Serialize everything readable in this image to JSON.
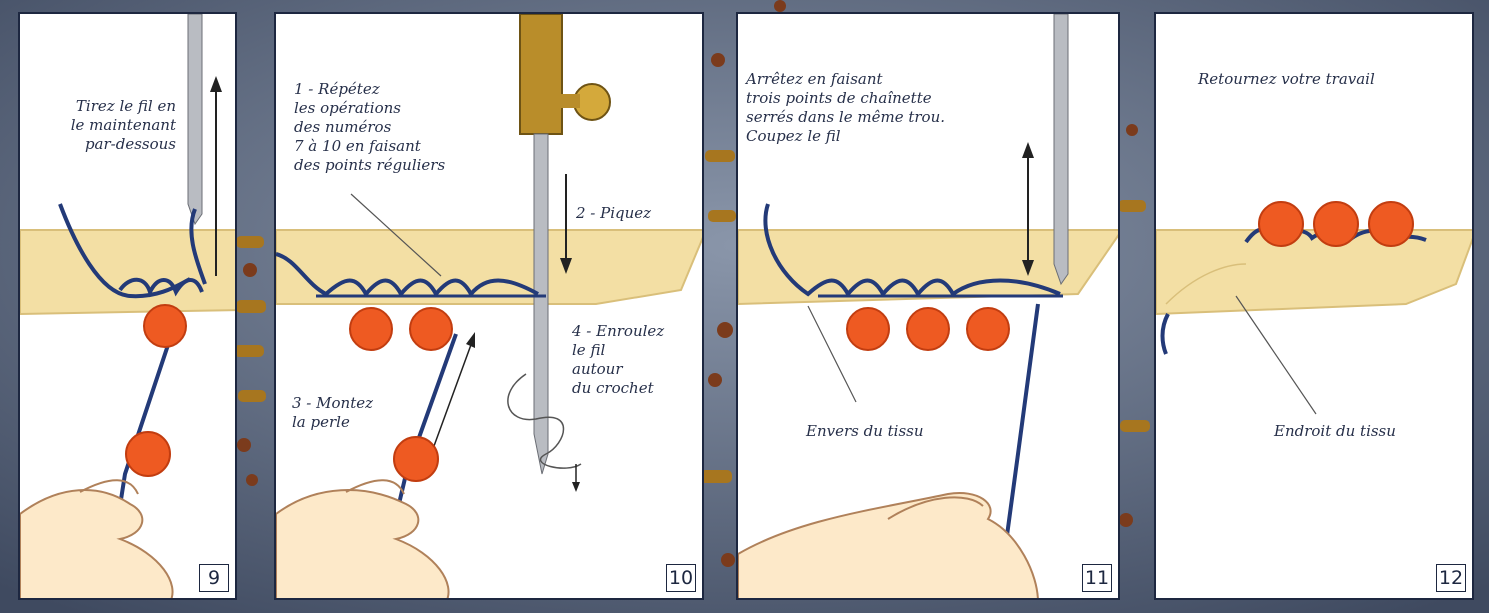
{
  "colors": {
    "fabric": "#f3dfa4",
    "fabric_edge": "#d9bf7a",
    "thread": "#233a78",
    "bead": "#ee5a22",
    "bead_dark": "#c23d10",
    "skin": "#fde9c9",
    "skin_line": "#b0815a",
    "steel": "#b9bcc2",
    "brass": "#b98d2a"
  },
  "panels": [
    {
      "number": "9",
      "texts": {
        "instruction": "Tirez le fil en\nle maintenant\npar-dessous"
      }
    },
    {
      "number": "10",
      "texts": {
        "step1": "1 - Répétez\n   les opérations\n   des numéros\n   7 à 10 en faisant\n   des points réguliers",
        "step2": "2 - Piquez",
        "step3": "3 - Montez\n   la perle",
        "step4": "4 - Enroulez\n   le fil\n   autour\n   du crochet"
      }
    },
    {
      "number": "11",
      "texts": {
        "instruction": "Arrêtez en faisant\ntrois points de chaînette\nserrés dans le même trou.\nCoupez le fil",
        "label": "Envers du tissu"
      }
    },
    {
      "number": "12",
      "texts": {
        "instruction": "Retournez votre travail",
        "label": "Endroit du tissu"
      }
    }
  ]
}
